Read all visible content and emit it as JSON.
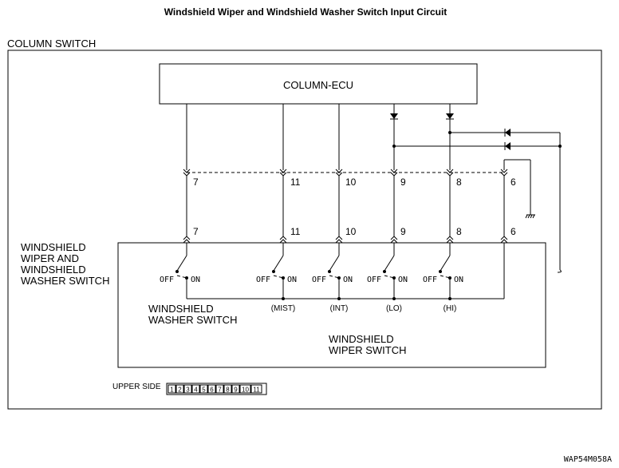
{
  "title": "Windshield Wiper and Windshield Washer Switch Input Circuit",
  "column_switch_label": "COLUMN SWITCH",
  "ecu_label": "COLUMN-ECU",
  "connector_top": [
    "7",
    "11",
    "10",
    "9",
    "8",
    "6"
  ],
  "connector_bottom": [
    "7",
    "11",
    "10",
    "9",
    "8",
    "6"
  ],
  "switch_assembly_label": [
    "WINDSHIELD",
    "WIPER AND",
    "WINDSHIELD",
    "WASHER SWITCH"
  ],
  "switches": [
    {
      "off": "OFF",
      "on": "ON",
      "mode": ""
    },
    {
      "off": "OFF",
      "on": "ON",
      "mode": "(MIST)"
    },
    {
      "off": "OFF",
      "on": "ON",
      "mode": "(INT)"
    },
    {
      "off": "OFF",
      "on": "ON",
      "mode": "(LO)"
    },
    {
      "off": "OFF",
      "on": "ON",
      "mode": "(HI)"
    }
  ],
  "washer_switch_label": [
    "WINDSHIELD",
    "WASHER SWITCH"
  ],
  "wiper_switch_label": [
    "WINDSHIELD",
    "WIPER SWITCH"
  ],
  "upper_side_label": "UPPER SIDE",
  "connector_pins": [
    "1",
    "2",
    "3",
    "4",
    "5",
    "6",
    "7",
    "8",
    "9",
    "10",
    "11"
  ],
  "figure_code": "WAP54M058A"
}
